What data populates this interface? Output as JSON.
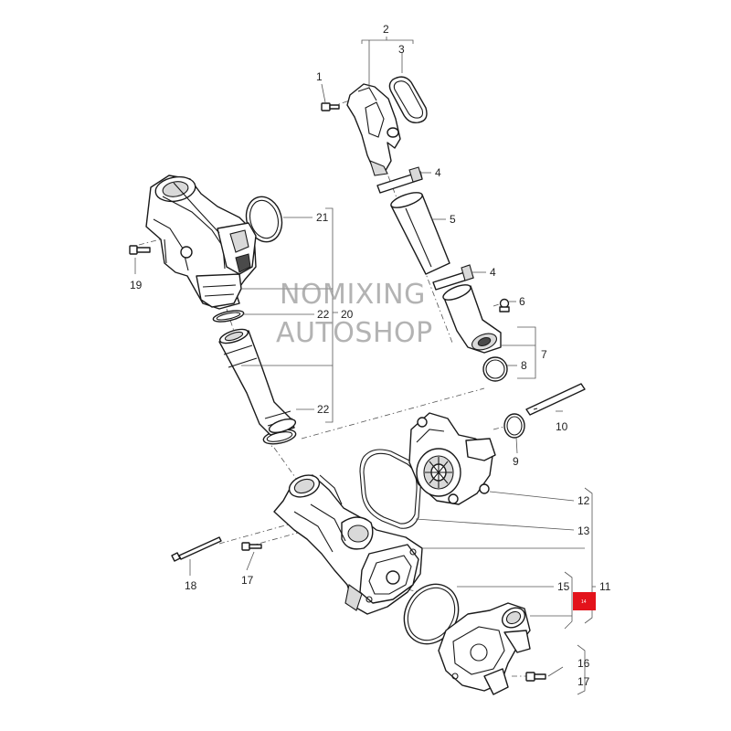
{
  "watermark": {
    "line1": "NOMIXING",
    "line2": "AUTOSHOP"
  },
  "badge": {
    "label": "14",
    "color": "#e3131b"
  },
  "callouts": {
    "c1": "1",
    "c2": "2",
    "c3": "3",
    "c4a": "4",
    "c4b": "4",
    "c5": "5",
    "c6": "6",
    "c7": "7",
    "c8": "8",
    "c9": "9",
    "c10": "10",
    "c11": "11",
    "c12": "12",
    "c13": "13",
    "c15": "15",
    "c16": "16",
    "c17a": "17",
    "c17b": "17",
    "c18": "18",
    "c19": "19",
    "c20": "20",
    "c21": "21",
    "c22a": "22",
    "c22b": "22"
  }
}
